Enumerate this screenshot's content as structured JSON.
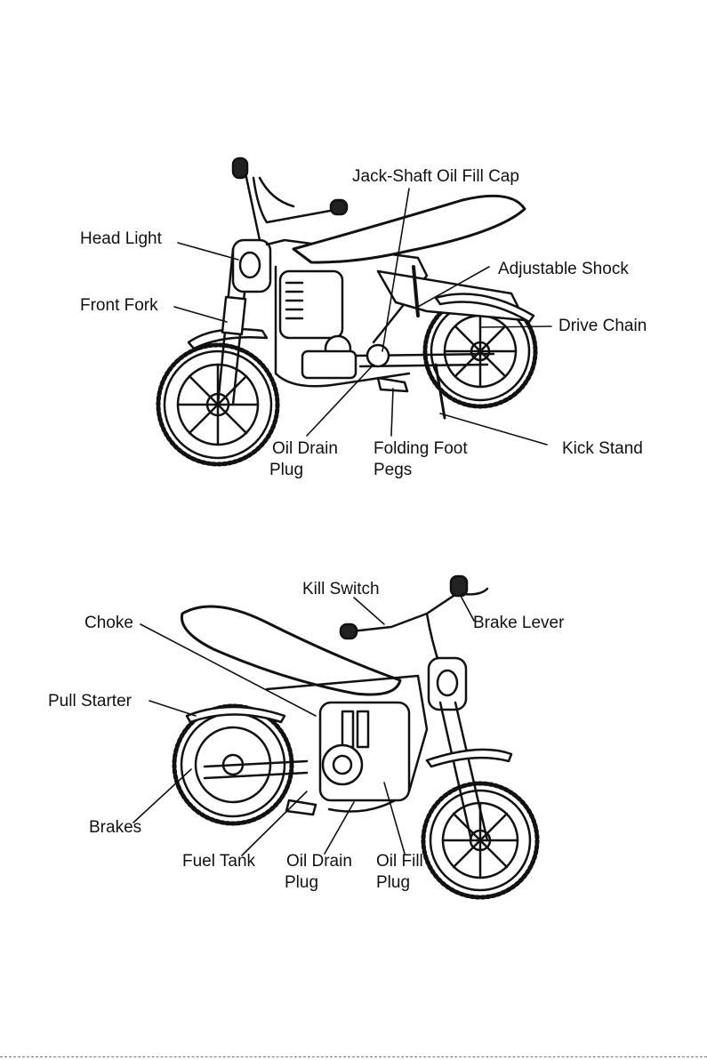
{
  "diagram_top": {
    "labels": {
      "jackshaft": "Jack-Shaft Oil Fill Cap",
      "headlight": "Head Light",
      "adjustable_shock": "Adjustable Shock",
      "front_fork": "Front Fork",
      "drive_chain": "Drive Chain",
      "oil_drain_1": "Oil Drain",
      "oil_drain_2": "Plug",
      "foot_pegs_1": "Folding Foot",
      "foot_pegs_2": "Pegs",
      "kick_stand": "Kick Stand"
    }
  },
  "diagram_bottom": {
    "labels": {
      "kill_switch": "Kill Switch",
      "choke": "Choke",
      "brake_lever": "Brake Lever",
      "pull_starter": "Pull Starter",
      "brakes": "Brakes",
      "fuel_tank": "Fuel Tank",
      "oil_drain_1": "Oil Drain",
      "oil_drain_2": "Plug",
      "oil_fill_1": "Oil Fill",
      "oil_fill_2": "Plug"
    }
  }
}
